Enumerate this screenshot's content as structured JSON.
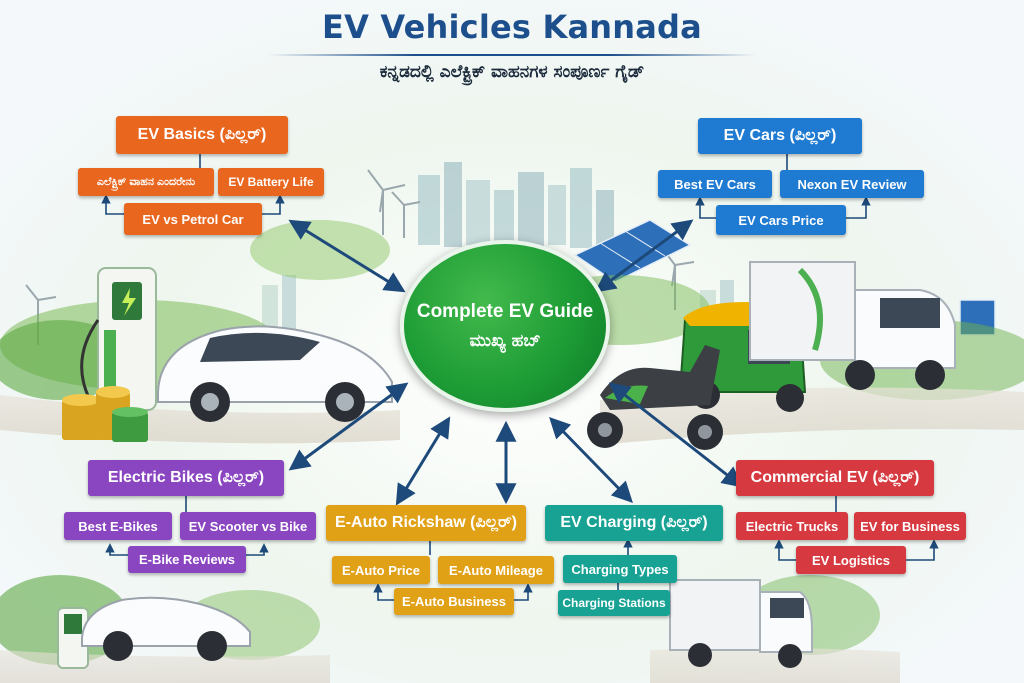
{
  "header": {
    "title": "EV Vehicles Kannada",
    "subtitle": "ಕನ್ನಡದಲ್ಲಿ ಎಲೆಕ್ಟ್ರಿಕ್ ವಾಹನಗಳ ಸಂಪೂರ್ಣ ಗೈಡ್"
  },
  "hub": {
    "title": "Complete EV Guide",
    "subtitle": "ಮುಖ್ಯ ಹಬ್"
  },
  "clusters": {
    "ev_basics": {
      "label": "EV Basics (ಪಿಲ್ಲರ್)",
      "items": [
        "ಎಲೆಕ್ಟ್ರಿಕ್ ವಾಹನ ಎಂದರೇನು",
        "EV Battery Life",
        "EV vs Petrol Car"
      ]
    },
    "ev_cars": {
      "label": "EV Cars (ಪಿಲ್ಲರ್)",
      "items": [
        "Best EV Cars",
        "Nexon EV Review",
        "EV Cars Price"
      ]
    },
    "electric_bikes": {
      "label": "Electric Bikes (ಪಿಲ್ಲರ್)",
      "items": [
        "Best E-Bikes",
        "EV Scooter vs Bike",
        "E-Bike Reviews"
      ]
    },
    "e_auto": {
      "label": "E-Auto Rickshaw (ಪಿಲ್ಲರ್)",
      "items": [
        "E-Auto Price",
        "E-Auto Mileage",
        "E-Auto Business"
      ]
    },
    "ev_charging": {
      "label": "EV Charging (ಪಿಲ್ಲರ್)",
      "items": [
        "Charging Types",
        "Charging Stations"
      ]
    },
    "commercial_ev": {
      "label": "Commercial EV (ಪಿಲ್ಲರ್)",
      "items": [
        "Electric Trucks",
        "EV for Business",
        "EV Logistics"
      ]
    }
  },
  "illustration": {
    "elements": [
      "city-skyline",
      "wind-turbines",
      "solar-panels",
      "ev-charging-station",
      "electric-car",
      "gold-coins",
      "electric-auto-rickshaw",
      "electric-scooter",
      "electric-truck"
    ]
  },
  "colors": {
    "title": "#1d4f8c",
    "arrow": "#1d4a7a",
    "hub": "#1d9c35",
    "ev_basics": "#e9661f",
    "ev_cars": "#1f7ad1",
    "electric_bikes": "#8a45c0",
    "e_auto": "#e1a117",
    "ev_charging": "#17a293",
    "commercial_ev": "#d63a40"
  }
}
